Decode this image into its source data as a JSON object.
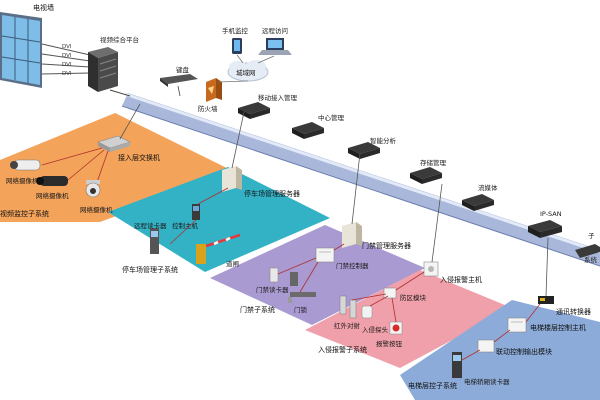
{
  "title_video_wall": "电视墙",
  "video_platform": "视频综合平台",
  "mobile_monitor": "手机监控",
  "remote_access": "远程访问",
  "wan": "城域网",
  "keyboard": "键盘",
  "firewall": "防火墙",
  "mobile_access": "移动接入管理",
  "center_mgmt": "中心管理",
  "smart_analysis": "智能分析",
  "storage_mgmt": "存储管理",
  "media_stream": "流媒体",
  "ip_san": "IP-SAN",
  "sub_label": "子",
  "sub_system": "系统",
  "access_switch": "接入层交换机",
  "net_camera_1": "网络摄像机",
  "net_camera_2": "网络摄像机",
  "net_camera_3": "网络摄像机",
  "video_subsystem": "视频监控子系统",
  "parking_server": "停车场管理服务器",
  "remote_reader": "远程读卡器",
  "control_host_1": "控制主机",
  "gate": "道闸",
  "parking_subsystem": "停车场管理子系统",
  "door_server": "门禁管理服务器",
  "door_controller": "门禁控制器",
  "door_reader": "门禁读卡器",
  "door_lock": "门锁",
  "door_subsystem": "门禁子系统",
  "alarm_host": "入侵报警主机",
  "zone_module": "防区模块",
  "ir_beam": "红外对射",
  "alarm_detector": "入侵探头",
  "alarm_button": "报警按钮",
  "alarm_subsystem": "入侵报警子系统",
  "comm_converter": "通讯转换器",
  "elevator_controller": "电梯楼层控制主机",
  "linkage_module": "联动控制输出模块",
  "elevator_reader": "电梯轿厢读卡器",
  "elevator_subsystem": "电梯层控子系统",
  "cable_labels": [
    "DVI",
    "DVI",
    "DVI",
    "DVI"
  ]
}
